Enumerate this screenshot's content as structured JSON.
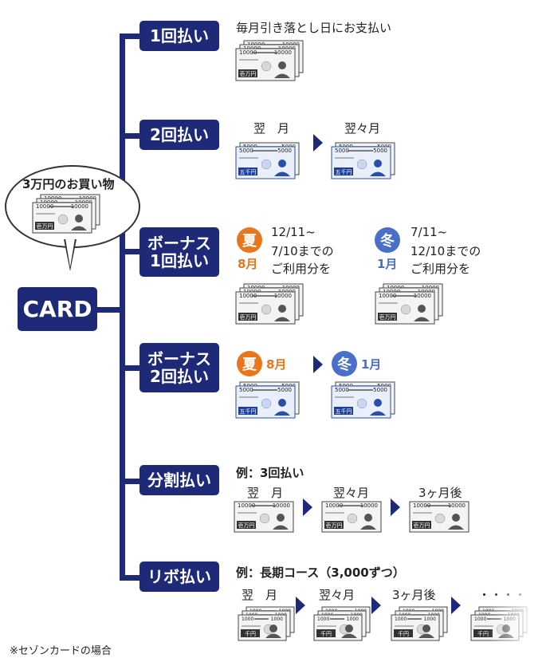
{
  "bubble": {
    "label": "3万円のお買い物"
  },
  "card": {
    "label": "CARD"
  },
  "note_text": {
    "man": "壱万円",
    "gosen": "五千円",
    "sen": "千円",
    "n10000": "10000",
    "n5000": "5000",
    "n1000": "1000"
  },
  "branches": [
    {
      "label": "1回払い",
      "description": "毎月引き落とし日にお支払い"
    },
    {
      "label": "2回払い",
      "steps": [
        "翌　月",
        "翌々月"
      ]
    },
    {
      "label_line1": "ボーナス",
      "label_line2": "1回払い",
      "summer": {
        "icon": "夏",
        "month": "8月",
        "period": [
          "12/11~",
          "7/10までの",
          "ご利用分を"
        ]
      },
      "winter": {
        "icon": "冬",
        "month": "1月",
        "period": [
          "7/11~",
          "12/10までの",
          "ご利用分を"
        ]
      }
    },
    {
      "label_line1": "ボーナス",
      "label_line2": "2回払い",
      "summer": {
        "icon": "夏",
        "month": "8月"
      },
      "winter": {
        "icon": "冬",
        "month": "1月"
      }
    },
    {
      "label": "分割払い",
      "example": "例：3回払い",
      "steps": [
        "翌　月",
        "翌々月",
        "3ヶ月後"
      ]
    },
    {
      "label": "リボ払い",
      "example": "例：長期コース（3,000ずつ）",
      "steps": [
        "翌　月",
        "翌々月",
        "3ヶ月後",
        "・・・・"
      ]
    }
  ],
  "footnote": "※セゾンカードの場合",
  "colors": {
    "navy": "#1e2a78",
    "summer": "#e8761e",
    "winter": "#4a6fc8",
    "bill_blue": "#eaf0fb",
    "bill_blue_border": "#2a4fa8"
  }
}
